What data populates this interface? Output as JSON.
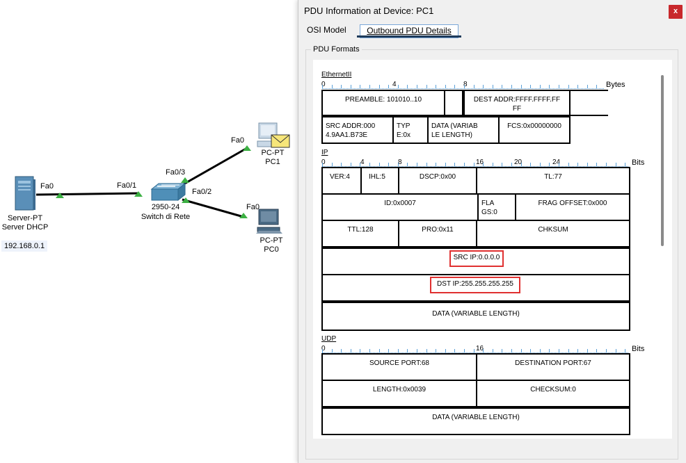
{
  "topology": {
    "server": {
      "type": "Server-PT",
      "name": "Server DHCP",
      "ip": "192.168.0.1"
    },
    "switch": {
      "model": "2950-24",
      "name": "Switch di Rete"
    },
    "pc1": {
      "type": "PC-PT",
      "name": "PC1"
    },
    "pc0": {
      "type": "PC-PT",
      "name": "PC0"
    },
    "ports": {
      "server_fa0": "Fa0",
      "switch_fa01": "Fa0/1",
      "switch_fa03": "Fa0/3",
      "switch_fa02": "Fa0/2",
      "pc1_fa0": "Fa0",
      "pc0_fa0": "Fa0"
    },
    "colors": {
      "link": "#000000",
      "port_up": "#3cb043"
    }
  },
  "dialog": {
    "title": "PDU Information at Device: PC1",
    "close_label": "x",
    "tabs": [
      "OSI Model",
      "Outbound PDU Details"
    ],
    "active_tab": "Outbound PDU Details",
    "group_label": "PDU Formats"
  },
  "ethernet": {
    "section": "EthernetII",
    "unit": "Bytes",
    "ruler": [
      "0",
      "4",
      "8"
    ],
    "preamble": "PREAMBLE: 101010..10",
    "dest": "DEST ADDR:FFFF.FFFF.FF FF",
    "src": "SRC ADDR:000 4.9AA1.B73E",
    "type": "TYP E:0x",
    "data": "DATA (VARIAB LE LENGTH)",
    "fcs": "FCS:0x00000000"
  },
  "ip": {
    "section": "IP",
    "unit": "Bits",
    "ruler": [
      "0",
      "4",
      "8",
      "16",
      "20",
      "24"
    ],
    "ver": "VER:4",
    "ihl": "IHL:5",
    "dscp": "DSCP:0x00",
    "tl": "TL:77",
    "id": "ID:0x0007",
    "flags": "FLA GS:0",
    "frag": "FRAG OFFSET:0x000",
    "ttl": "TTL:128",
    "pro": "PRO:0x11",
    "chksum": "CHKSUM",
    "src_ip": "SRC IP:0.0.0.0",
    "dst_ip": "DST IP:255.255.255.255",
    "data": "DATA (VARIABLE LENGTH)"
  },
  "udp": {
    "section": "UDP",
    "unit": "Bits",
    "ruler": [
      "0",
      "16"
    ],
    "src_port": "SOURCE PORT:68",
    "dst_port": "DESTINATION PORT:67",
    "length": "LENGTH:0x0039",
    "checksum": "CHECKSUM:0",
    "data": "DATA (VARIABLE LENGTH)"
  },
  "highlight_color": "#e03030"
}
